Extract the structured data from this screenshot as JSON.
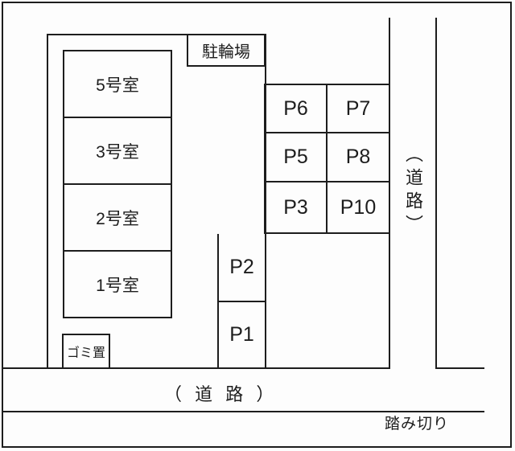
{
  "canvas": {
    "background": "#fdfdfd",
    "line_color": "#1d1d1d"
  },
  "building": {
    "rooms": [
      {
        "label": "5号室"
      },
      {
        "label": "3号室"
      },
      {
        "label": "2号室"
      },
      {
        "label": "1号室"
      }
    ],
    "bike_shed_label": "駐輪場",
    "garbage_label": "ゴミ置"
  },
  "parking": {
    "grid_spots": [
      {
        "label": "P6"
      },
      {
        "label": "P7"
      },
      {
        "label": "P5"
      },
      {
        "label": "P8"
      },
      {
        "label": "P3"
      },
      {
        "label": "P10"
      }
    ],
    "side_spots": [
      {
        "label": "P2"
      },
      {
        "label": "P1"
      }
    ]
  },
  "roads": {
    "right_vertical_label": "（道路）",
    "bottom_label": "（ 道 路 ）",
    "crossing_label": "踏み切り"
  }
}
